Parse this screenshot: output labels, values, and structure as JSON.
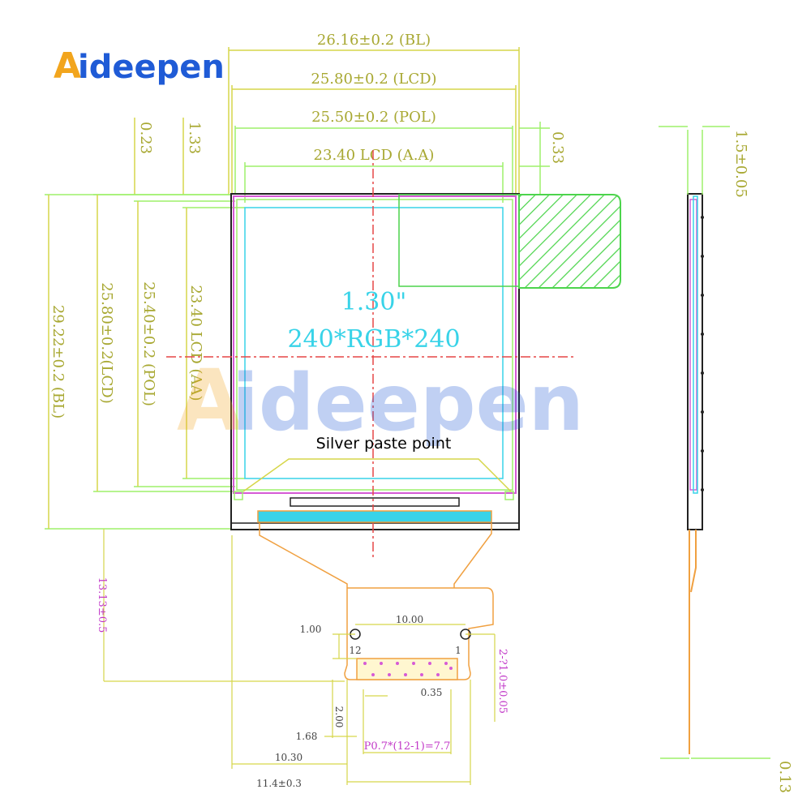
{
  "brand": {
    "logo_first": "A",
    "logo_rest": "ideepen",
    "watermark_first": "A",
    "watermark_rest": "ideepen"
  },
  "panel": {
    "size": "1.30\"",
    "resolution": "240*RGB*240",
    "annotation": "Silver paste point"
  },
  "dimensions": {
    "top": {
      "bl_width": "26.16±0.2 (BL)",
      "lcd_width": "25.80±0.2 (LCD)",
      "pol_width": "25.50±0.2 (POL)",
      "aa_width": "23.40 LCD (A.A)",
      "offset_023": "0.23",
      "offset_133": "1.33",
      "offset_033": "0.33"
    },
    "left": {
      "bl_height": "29.22±0.2 (BL)",
      "lcd_height": "25.80±0.2(LCD)",
      "pol_height": "25.40±0.2 (POL)",
      "aa_height": "23.40 LCD (AA)"
    },
    "fpc": {
      "fpc_length": "13.13±0.5",
      "pin_span": "10.00",
      "hole_offset": "1.00",
      "pin_12": "12",
      "pin_1": "1",
      "hole_dia": "2-?1.0±0.05",
      "pad_width": "0.35",
      "pad_length": "2.00",
      "edge_offset": "1.68",
      "pitch": "P0.7*(12-1)=7.7",
      "to_edge": "10.30",
      "fpc_width": "11.4±0.3"
    },
    "side": {
      "thickness": "1.5±0.05",
      "fpc_thickness": "0.13"
    }
  },
  "colors": {
    "dimension_green": "#9df06a",
    "dimension_yellow": "#d6d64a",
    "dimension_magenta": "#d65ad6",
    "aa_cyan": "#38d3e8",
    "centerline_red": "#e64646",
    "fpc_orange": "#f0a040",
    "hatch_green": "#4cd44c",
    "outline_black": "#222222",
    "logo_blue": "#1f5bd6",
    "logo_orange": "#f2a51d"
  }
}
